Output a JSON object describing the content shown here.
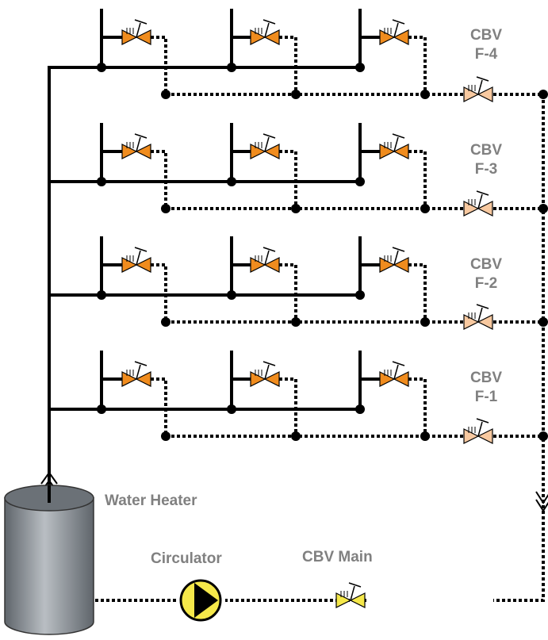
{
  "floors": [
    {
      "id": "F-4",
      "label_top": "CBV",
      "label_bottom": "F-4"
    },
    {
      "id": "F-3",
      "label_top": "CBV",
      "label_bottom": "F-3"
    },
    {
      "id": "F-2",
      "label_top": "CBV",
      "label_bottom": "F-2"
    },
    {
      "id": "F-1",
      "label_top": "CBV",
      "label_bottom": "F-1"
    }
  ],
  "labels": {
    "water_heater": "Water Heater",
    "circulator": "Circulator",
    "cbv_main": "CBV Main"
  },
  "colors": {
    "pipe": "#000000",
    "branch_valve": "#f08c1e",
    "floor_cbv": "#f8c9a0",
    "main_cbv": "#f5e84a",
    "circulator": "#f5e84a",
    "heater_dark": "#5f656b",
    "heater_light": "#b9bec3",
    "label": "#808080"
  },
  "icons": [
    "branch-valve-icon",
    "floor-cbv-icon",
    "cbv-main-icon",
    "circulator-pump-icon",
    "water-heater-tank",
    "flow-arrow-icon"
  ]
}
